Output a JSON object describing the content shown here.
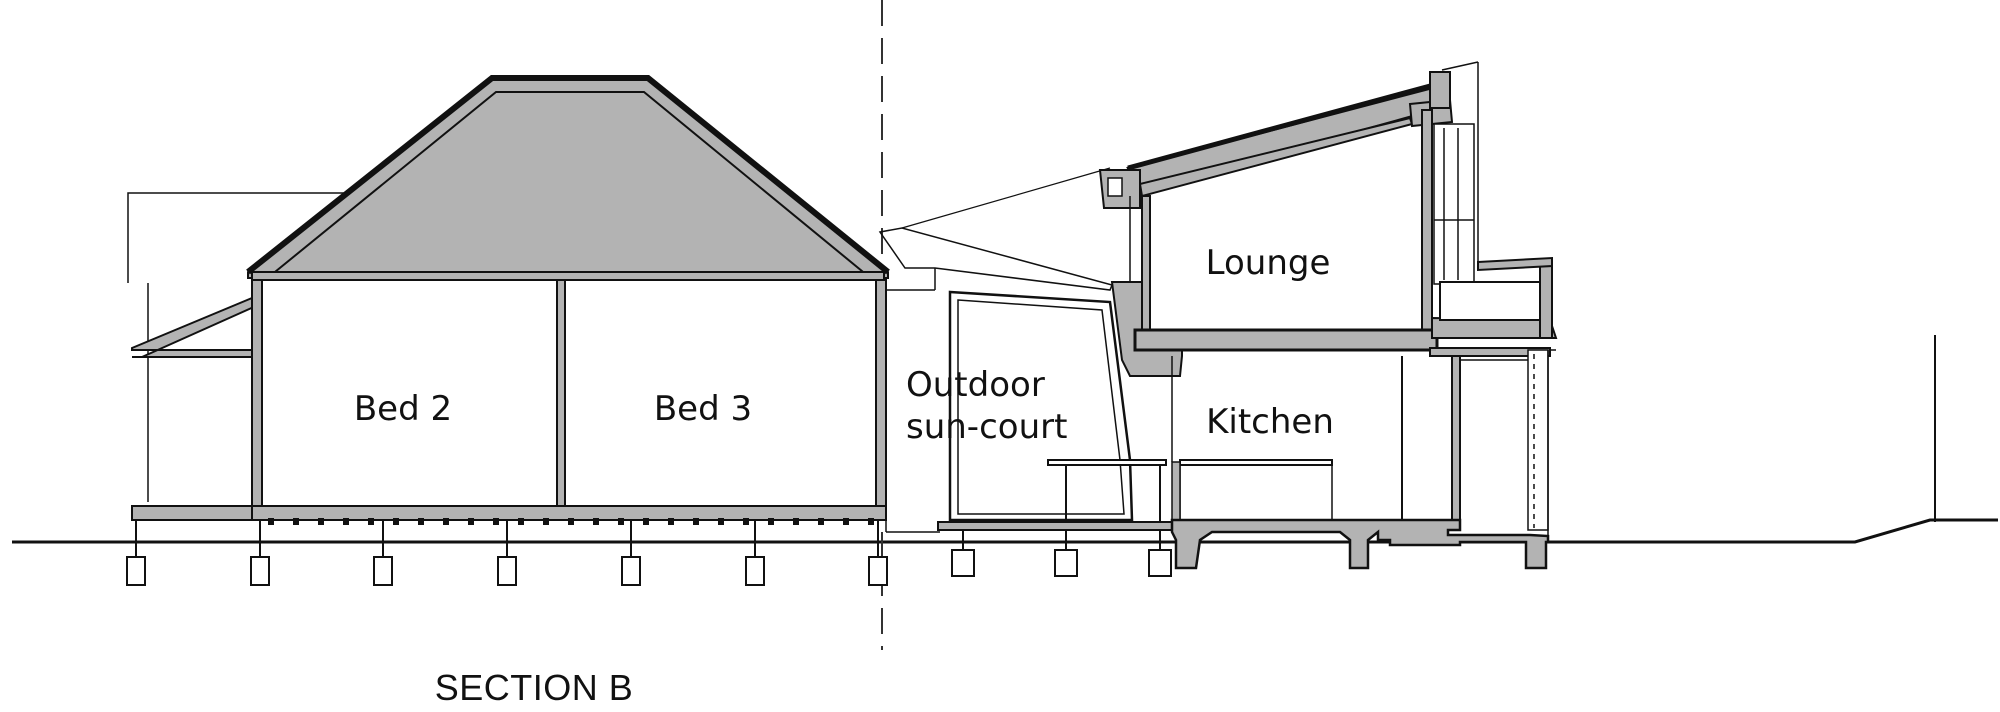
{
  "section_title": "SECTION B",
  "rooms": {
    "bed2": "Bed 2",
    "bed3": "Bed 3",
    "outdoor_line1": "Outdoor",
    "outdoor_line2": "sun-court",
    "lounge": "Lounge",
    "kitchen": "Kitchen"
  },
  "colors": {
    "line": "#111111",
    "cut_fill": "#b3b3b3",
    "background": "#ffffff"
  }
}
